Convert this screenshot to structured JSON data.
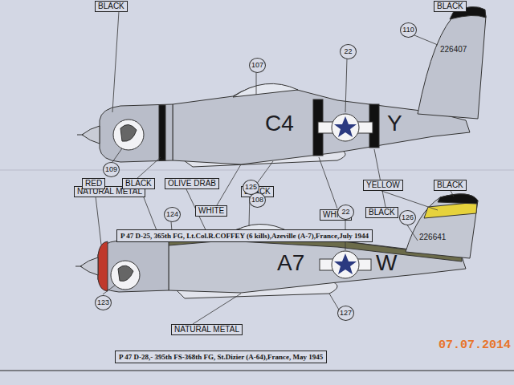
{
  "diagram": {
    "caption": "P 47 D-28,- 395th FS-368th FG, St.Dizier (A-64),France, May 1945",
    "nodes": [
      {
        "text": [
          "BLACK"
        ]
      },
      {
        "text": [
          "BLACK"
        ]
      },
      {
        "text": [
          "NATURAL METAL"
        ]
      },
      {
        "text": [
          "WHITE"
        ]
      },
      {
        "text": [
          "BLACK"
        ]
      },
      {
        "text": [
          "WHITE"
        ]
      },
      {
        "text": [
          "BLACK"
        ]
      },
      {
        "text": [
          "P 47 D-25, 365th FG, Lt.Col.R.COFFEY (6 kills),Azeville (A-7),France,July 1944"
        ]
      },
      {
        "text": [
          "RED"
        ]
      },
      {
        "text": [
          "BLACK"
        ]
      },
      {
        "text": [
          "OLIVE DRAB"
        ]
      },
      {
        "text": [
          "YELLOW"
        ]
      },
      {
        "text": [
          "BLACK"
        ]
      },
      {
        "text": [
          "NATURAL METAL"
        ]
      }
    ],
    "labels": [
      "107",
      "110",
      "22",
      "226407",
      "C4",
      "Y",
      "109",
      "108",
      "125",
      "124",
      "22",
      "126",
      "226641",
      "A7",
      "W",
      "123",
      "127",
      "07.07.2014"
    ]
  }
}
